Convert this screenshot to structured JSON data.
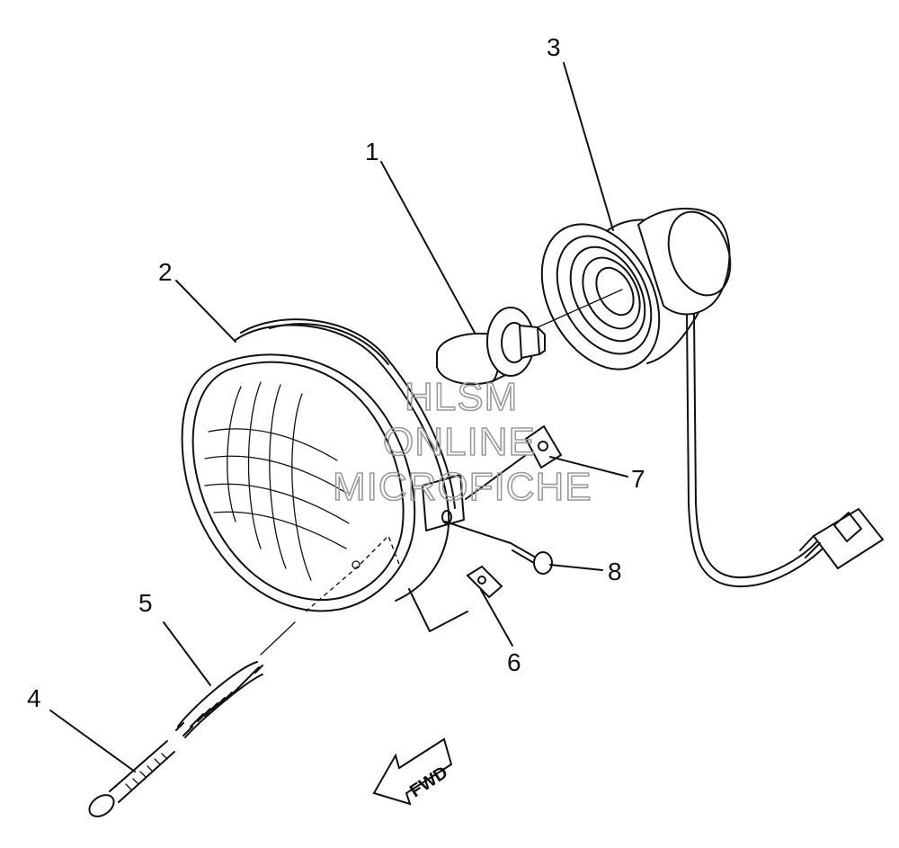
{
  "watermark": {
    "line1": "HLSM",
    "line2": "ONLINE",
    "line3": "MICROFICHE"
  },
  "direction_arrow": {
    "label": "FWD"
  },
  "callouts": [
    {
      "id": "1",
      "part": "bulb"
    },
    {
      "id": "2",
      "part": "headlight-unit"
    },
    {
      "id": "3",
      "part": "socket-cord"
    },
    {
      "id": "4",
      "part": "screw"
    },
    {
      "id": "5",
      "part": "spring"
    },
    {
      "id": "6",
      "part": "nut"
    },
    {
      "id": "7",
      "part": "nut-clip"
    },
    {
      "id": "8",
      "part": "screw-small"
    }
  ]
}
